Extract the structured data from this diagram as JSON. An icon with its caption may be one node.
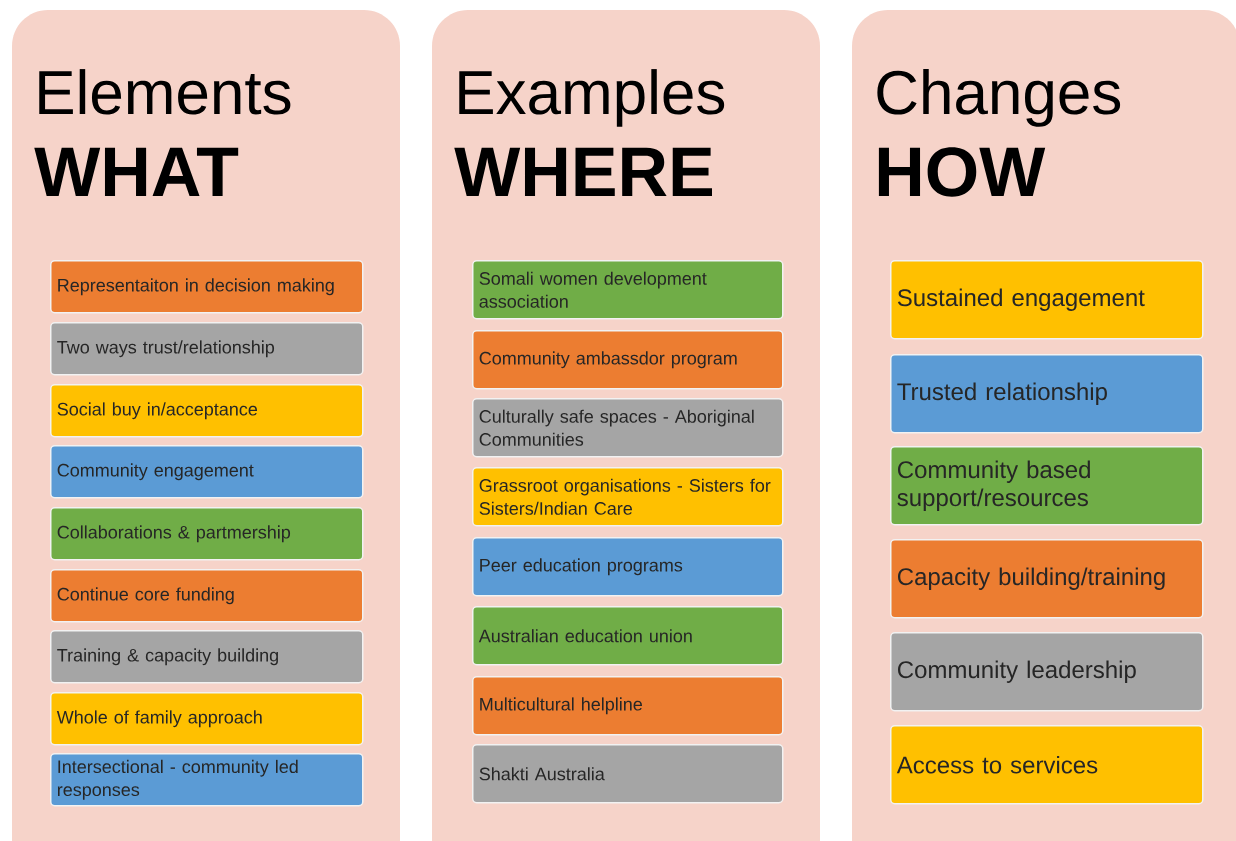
{
  "diagram": {
    "nodes": [
      {
        "text": [
          "Elements",
          "WHAT"
        ]
      },
      {
        "text": [
          "Representaiton in decision making"
        ],
        "in": 0
      },
      {
        "text": [
          "Two ways trust/relationship"
        ],
        "in": 0
      },
      {
        "text": [
          "Social buy in/acceptance"
        ],
        "in": 0
      },
      {
        "text": [
          "Community engagement"
        ],
        "in": 0
      },
      {
        "text": [
          "Collaborations & partmership"
        ],
        "in": 0
      },
      {
        "text": [
          "Continue core funding"
        ],
        "in": 0
      },
      {
        "text": [
          "Training & capacity building"
        ],
        "in": 0
      },
      {
        "text": [
          "Whole of family approach"
        ],
        "in": 0
      },
      {
        "text": [
          "Intersectional - community led responses"
        ],
        "in": 0
      },
      {
        "text": [
          "Examples",
          "WHERE"
        ]
      },
      {
        "text": [
          "Somali women development association"
        ],
        "in": 10
      },
      {
        "text": [
          "Community  ambassdor program"
        ],
        "in": 10
      },
      {
        "text": [
          "Culturally safe spaces - Aboriginal Communities"
        ],
        "in": 10
      },
      {
        "text": [
          "Grassroot organisations - Sisters for Sisters/Indian Care"
        ],
        "in": 10
      },
      {
        "text": [
          "Peer education programs"
        ],
        "in": 10
      },
      {
        "text": [
          "Australian education union"
        ],
        "in": 10
      },
      {
        "text": [
          "Multicultural helpline"
        ],
        "in": 10
      },
      {
        "text": [
          "Shakti Australia"
        ],
        "in": 10
      },
      {
        "text": [
          "Changes",
          "HOW"
        ]
      },
      {
        "text": [
          "Sustained engagement"
        ],
        "in": 19
      },
      {
        "text": [
          "Trusted relationship"
        ],
        "in": 19
      },
      {
        "text": [
          "Community based support/resources"
        ],
        "in": 19
      },
      {
        "text": [
          "Capacity building/training"
        ],
        "in": 19
      },
      {
        "text": [
          "Community leadership"
        ],
        "in": 19
      },
      {
        "text": [
          "Access to services"
        ],
        "in": 19
      }
    ]
  }
}
